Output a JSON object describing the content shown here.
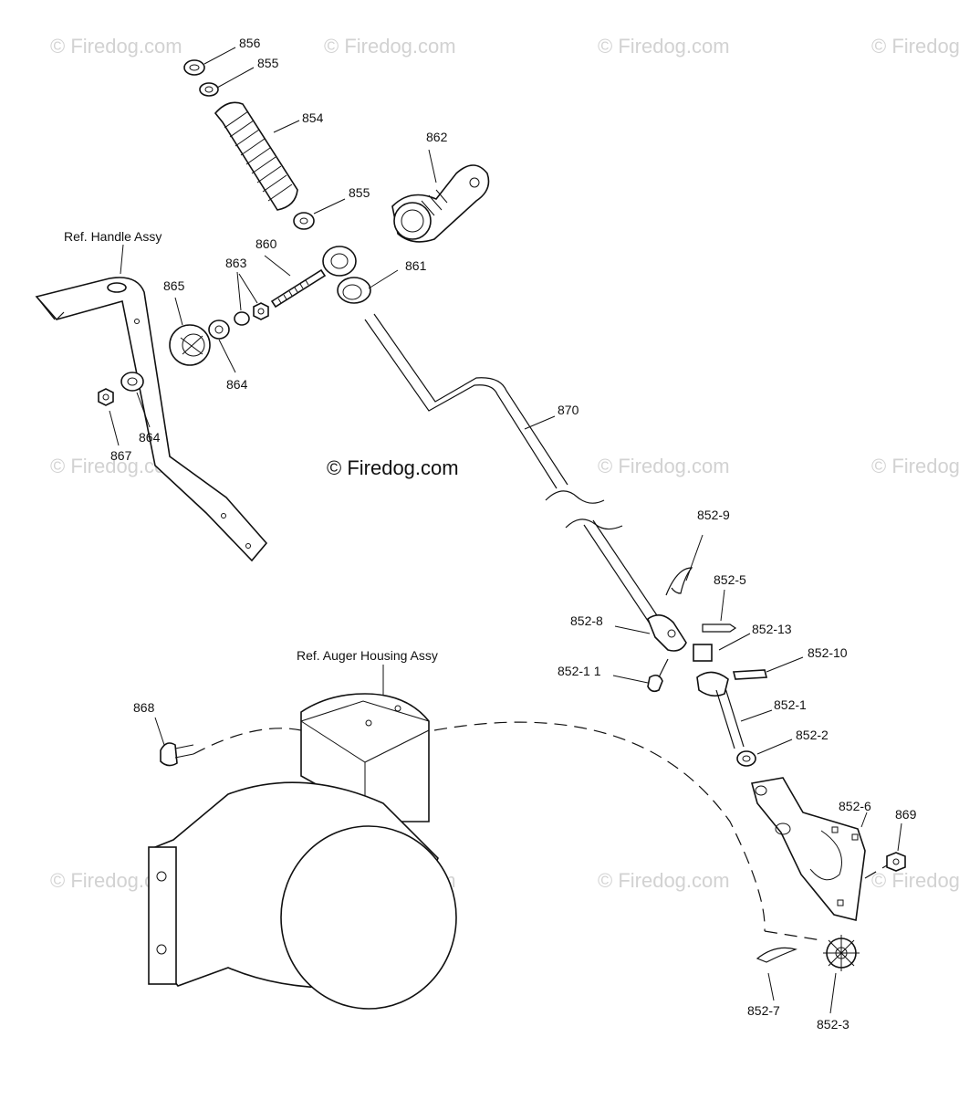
{
  "watermark": "© Firedog.com",
  "copyright": "© Firedog.com",
  "references": {
    "handle": "Ref. Handle Assy",
    "auger": "Ref. Auger Housing Assy"
  },
  "callouts": {
    "p856": "856",
    "p855a": "855",
    "p854a": "854",
    "p855b": "855",
    "p862": "862",
    "p860": "860",
    "p861": "861",
    "p863": "863",
    "p865": "865",
    "p864a": "864",
    "p864b": "864",
    "p867": "867",
    "p870": "870",
    "p852_9": "852-9",
    "p852_5": "852-5",
    "p852_8": "852-8",
    "p852_13": "852-13",
    "p852_10": "852-10",
    "p852_11": "852-1 1",
    "p852_1": "852-1",
    "p852_2": "852-2",
    "p868": "868",
    "p852_6": "852-6",
    "p869": "869",
    "p852_7": "852-7",
    "p852_3": "852-3"
  }
}
